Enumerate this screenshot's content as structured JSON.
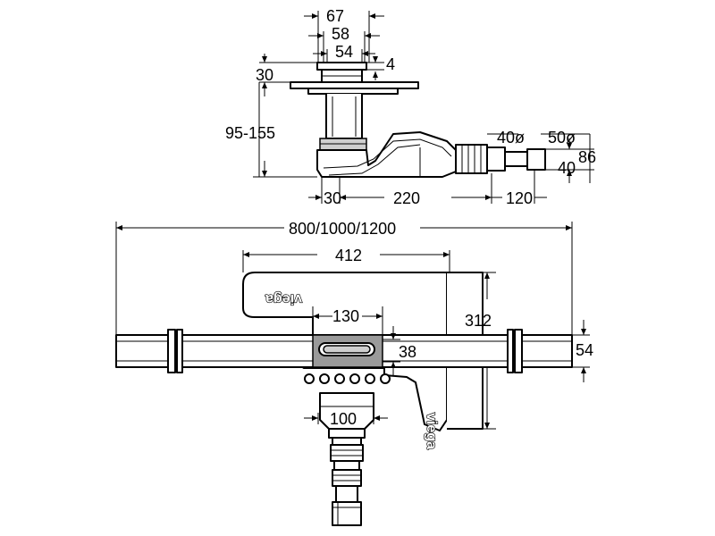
{
  "top_view": {
    "dims": {
      "width_67": "67",
      "width_58": "58",
      "width_54": "54",
      "thickness_4": "4",
      "offset_30": "30",
      "height_range": "95-155",
      "pipe_40": "40ø",
      "pipe_50": "50ø",
      "outlet_40": "40",
      "outlet_86": "86",
      "bottom_30": "30",
      "bottom_220": "220",
      "bottom_120": "120"
    }
  },
  "bottom_view": {
    "dims": {
      "total_length": "800/1000/1200",
      "plate_width": "412",
      "inner_width": "130",
      "inner_height": "38",
      "plate_height": "312",
      "channel_height": "54",
      "outlet_width": "100"
    },
    "logo_text": "viega"
  }
}
